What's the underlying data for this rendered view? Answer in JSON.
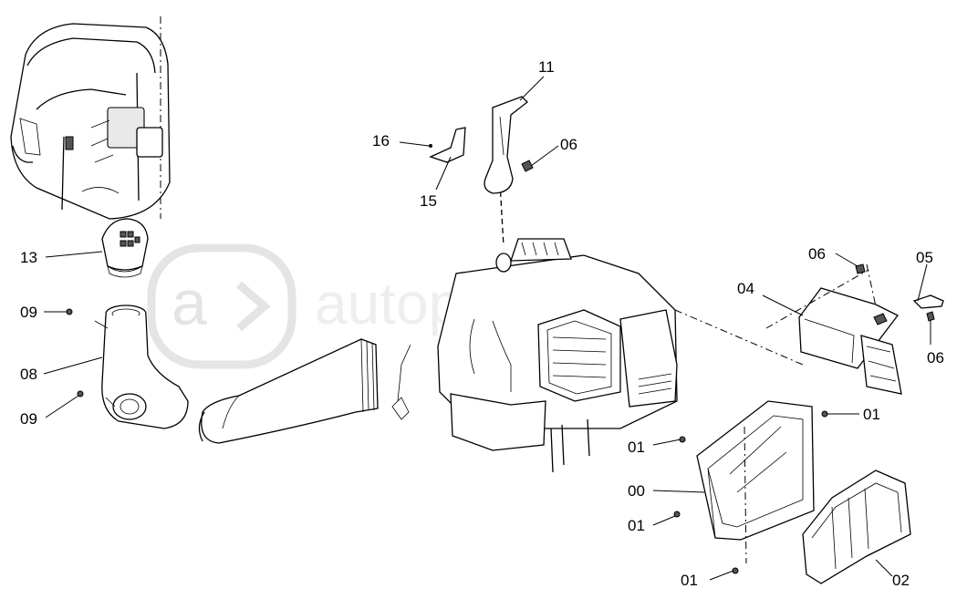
{
  "watermark": {
    "text": "autopiter.ru"
  },
  "callouts": {
    "c11": "11",
    "c16": "16",
    "c06a": "06",
    "c15": "15",
    "c13": "13",
    "c09a": "09",
    "c08": "08",
    "c09b": "09",
    "c06b": "06",
    "c05": "05",
    "c04": "04",
    "c06c": "06",
    "c01a": "01",
    "c01b": "01",
    "c00": "00",
    "c01c": "01",
    "c01d": "01",
    "c02": "02"
  },
  "colors": {
    "ink": "#000000",
    "background": "#ffffff",
    "watermark": "#d9d9d9"
  }
}
